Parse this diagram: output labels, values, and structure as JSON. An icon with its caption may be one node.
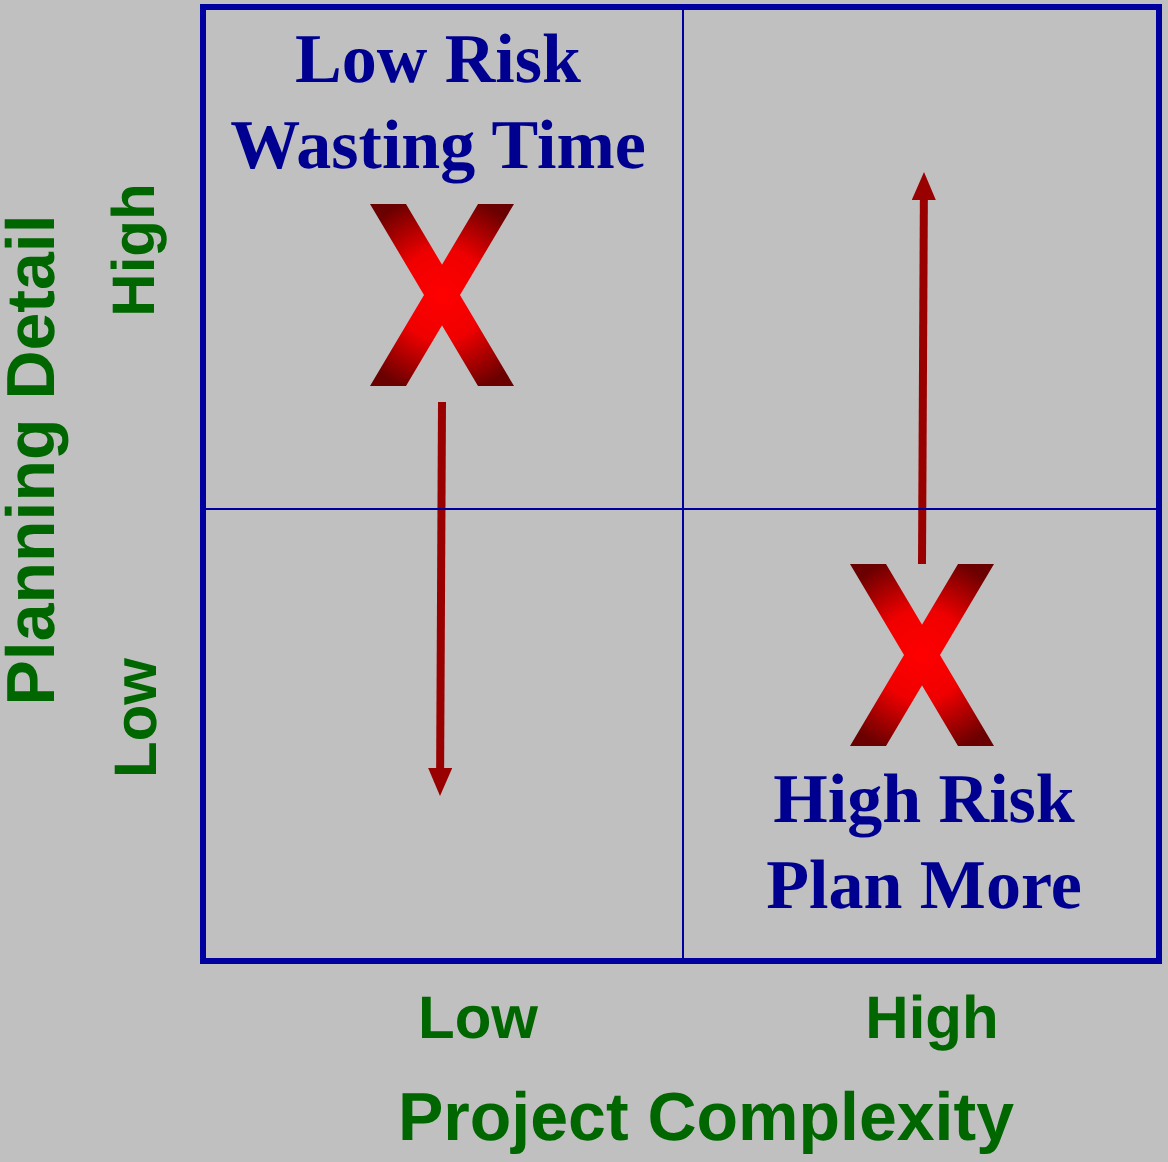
{
  "diagram": {
    "nodes": [
      {
        "text": [
          "Low Risk Wasting Time"
        ]
      },
      {
        "text": [],
        "shape": "cross",
        "in": 0
      },
      {
        "text": [],
        "shape": "box"
      },
      {
        "text": [],
        "shape": "box"
      },
      {
        "text": [
          "High Risk Plan More"
        ]
      },
      {
        "text": [],
        "shape": "cross",
        "in": 4
      }
    ],
    "edges": [
      {
        "from": 1,
        "to": 3,
        "arrow": "to"
      },
      {
        "from": 5,
        "to": 2,
        "arrow": "to"
      }
    ],
    "labels": [
      "Planning Detail",
      "High",
      "Low",
      "Low",
      "High",
      "Project Complexity"
    ]
  }
}
